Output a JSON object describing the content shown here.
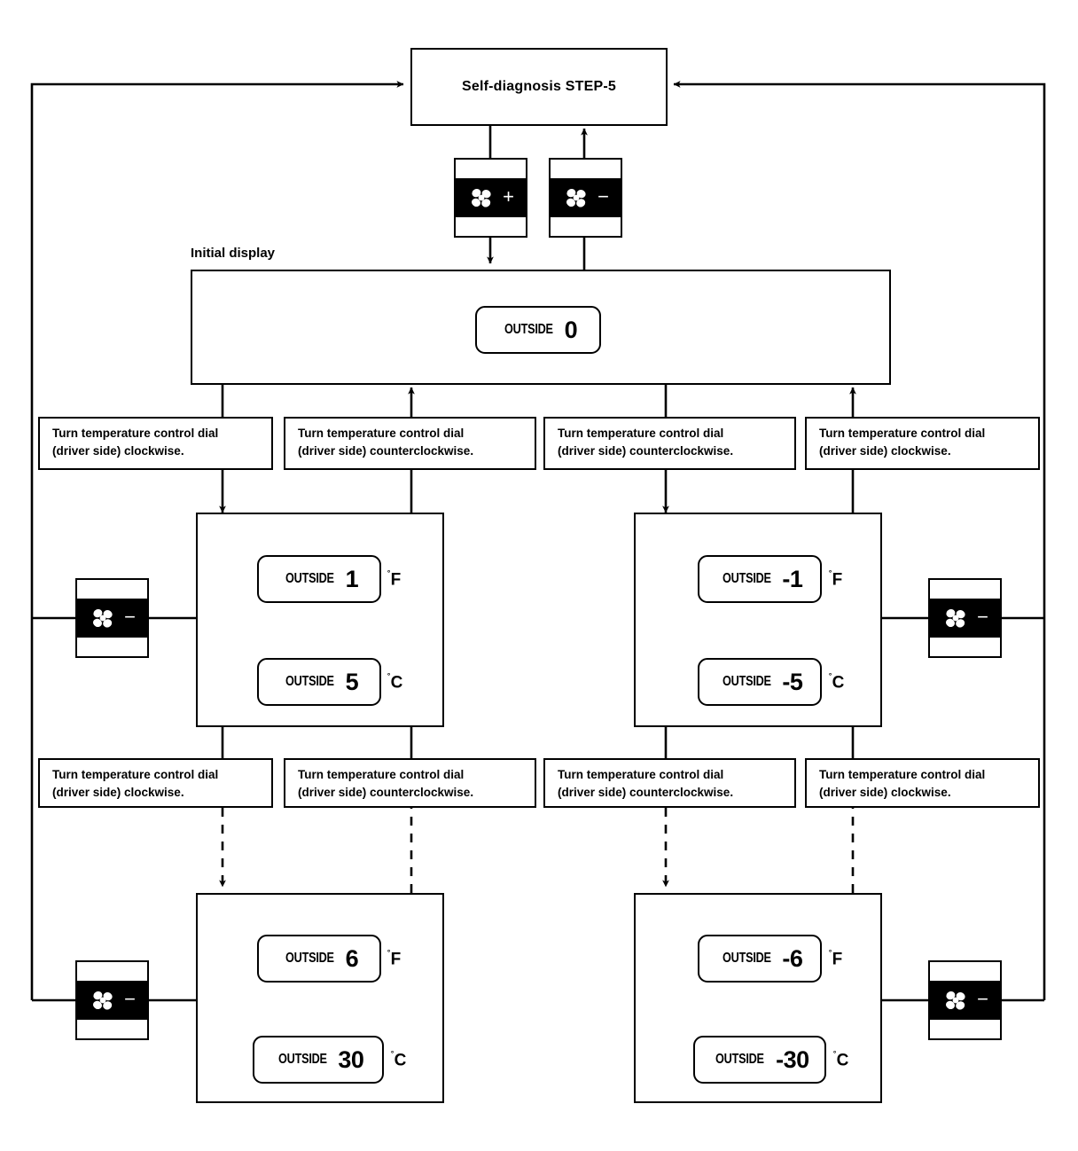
{
  "diagram": {
    "title_box": {
      "label": "Self-diagnosis STEP-5"
    },
    "initial_caption": "Initial display",
    "buttons": {
      "fan_up": {
        "icon": "fan-icon",
        "sign": "+",
        "name": "fan-speed-up-button"
      },
      "fan_down": {
        "icon": "fan-icon",
        "sign": "−",
        "name": "fan-speed-down-button"
      }
    },
    "initial_display": {
      "readout": {
        "label": "OUTSIDE",
        "value": "0"
      }
    },
    "instructions_row1": [
      {
        "line1": "Turn temperature control dial",
        "line2": "(driver side) clockwise."
      },
      {
        "line1": "Turn temperature control dial",
        "line2": "(driver side) counterclockwise."
      },
      {
        "line1": "Turn temperature control dial",
        "line2": "(driver side) counterclockwise."
      },
      {
        "line1": "Turn temperature control dial",
        "line2": "(driver side) clockwise."
      }
    ],
    "instructions_row2": [
      {
        "line1": "Turn temperature control dial",
        "line2": "(driver side) clockwise."
      },
      {
        "line1": "Turn temperature control dial",
        "line2": "(driver side) counterclockwise."
      },
      {
        "line1": "Turn temperature control dial",
        "line2": "(driver side) counterclockwise."
      },
      {
        "line1": "Turn temperature control dial",
        "line2": "(driver side) clockwise."
      }
    ],
    "panels": {
      "mid_left": {
        "f": {
          "label": "OUTSIDE",
          "value": "1",
          "unit_deg": "˚",
          "unit": "F"
        },
        "c": {
          "label": "OUTSIDE",
          "value": "5",
          "unit_deg": "˚",
          "unit": "C"
        }
      },
      "mid_right": {
        "f": {
          "label": "OUTSIDE",
          "value": "-1",
          "unit_deg": "˚",
          "unit": "F"
        },
        "c": {
          "label": "OUTSIDE",
          "value": "-5",
          "unit_deg": "˚",
          "unit": "C"
        }
      },
      "bot_left": {
        "f": {
          "label": "OUTSIDE",
          "value": "6",
          "unit_deg": "˚",
          "unit": "F"
        },
        "c": {
          "label": "OUTSIDE",
          "value": "30",
          "unit_deg": "˚",
          "unit": "C"
        }
      },
      "bot_right": {
        "f": {
          "label": "OUTSIDE",
          "value": "-6",
          "unit_deg": "˚",
          "unit": "F"
        },
        "c": {
          "label": "OUTSIDE",
          "value": "-30",
          "unit_deg": "˚",
          "unit": "C"
        }
      }
    },
    "side_buttons": {
      "mid_left": {
        "sign": "−"
      },
      "mid_right": {
        "sign": "−"
      },
      "bot_left": {
        "sign": "−"
      },
      "bot_right": {
        "sign": "−"
      }
    },
    "colors": {
      "line": "#000000",
      "background": "#ffffff",
      "plate": "#000000"
    }
  }
}
